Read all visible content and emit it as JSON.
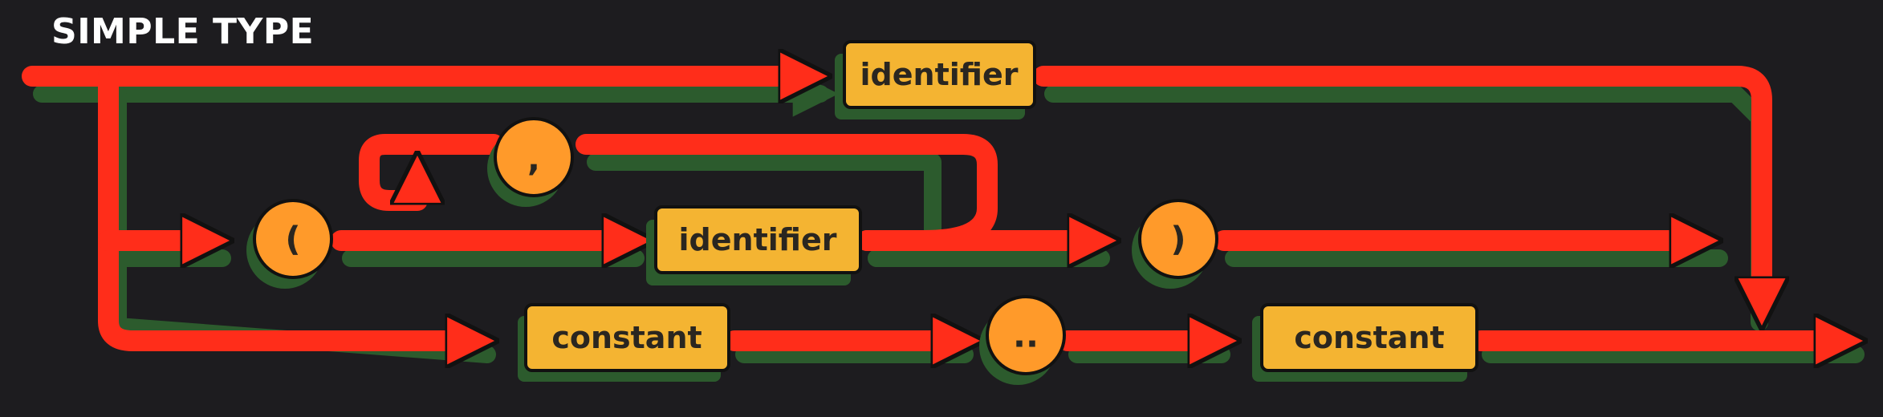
{
  "title": "SIMPLE TYPE",
  "colors": {
    "background": "#1d1c1f",
    "track": "#ff2d1a",
    "track_shadow": "#2c5b2d",
    "box_fill": "#f4b432",
    "circle_fill": "#ff9a2a",
    "outline": "#111111",
    "title_text": "#ffffff"
  },
  "nodes": {
    "identifier_top": "identifier",
    "comma": ",",
    "open_paren": "(",
    "identifier_mid": "identifier",
    "close_paren": ")",
    "constant_left": "constant",
    "range_dots": "..",
    "constant_right": "constant"
  }
}
